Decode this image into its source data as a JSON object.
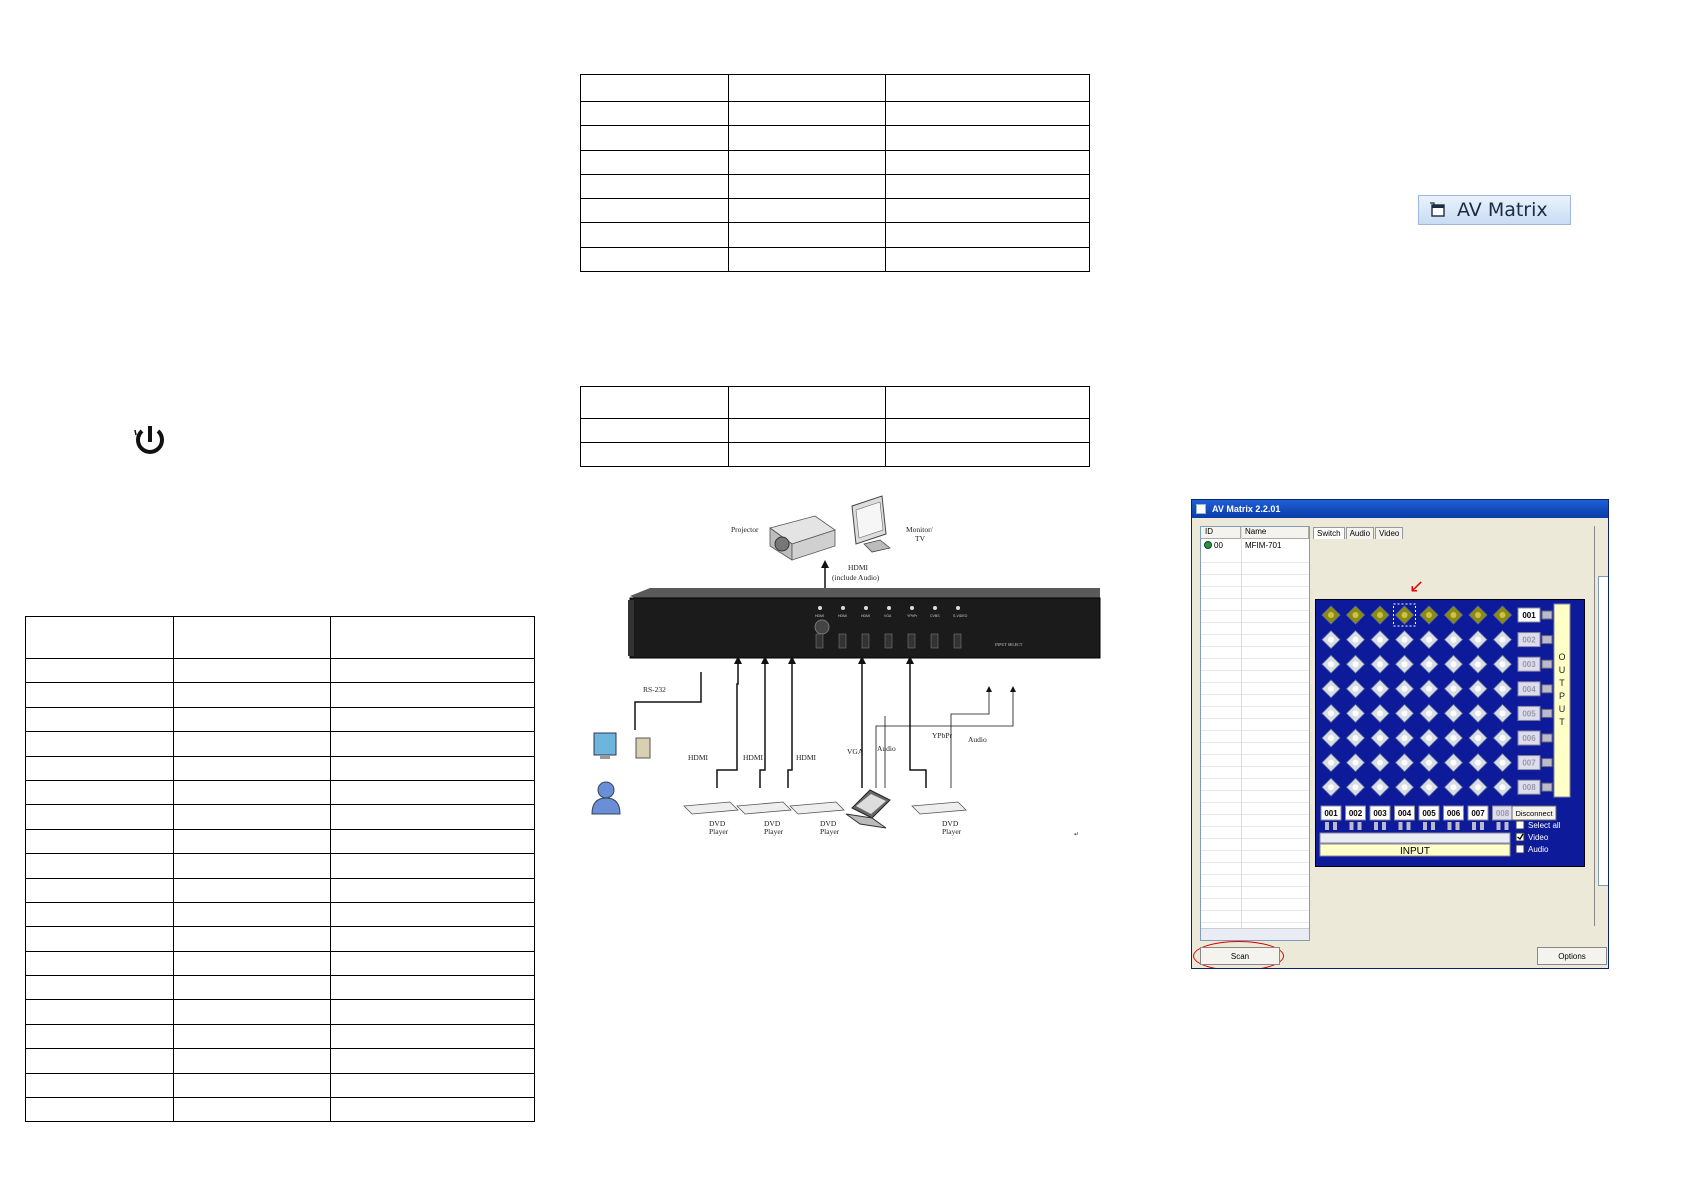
{
  "launcher": {
    "label": "AV Matrix",
    "icon": "app-window-icon"
  },
  "window": {
    "title": "AV Matrix 2.2.01",
    "device_list": {
      "headers": [
        "ID",
        "Name"
      ],
      "rows": [
        {
          "id": "00",
          "name": "MFIM-701"
        }
      ]
    },
    "tabs": [
      "Switch",
      "Audio",
      "Video"
    ],
    "matrix": {
      "outputs": [
        "001",
        "002",
        "003",
        "004",
        "005",
        "006",
        "007",
        "008"
      ],
      "inputs": [
        "001",
        "002",
        "003",
        "004",
        "005",
        "006",
        "007",
        "008"
      ],
      "active_output": "001",
      "selected_input": "004",
      "output_label": "OUTPUT",
      "input_label": "INPUT",
      "disconnect_label": "Disconnect",
      "options": [
        {
          "label": "Select all",
          "checked": false
        },
        {
          "label": "Video",
          "checked": true
        },
        {
          "label": "Audio",
          "checked": false
        }
      ],
      "colors": {
        "background": "#0d1a9a",
        "active_node": "#8c8a10",
        "node": "#d9dde6"
      }
    },
    "scan_label": "Scan",
    "options_label": "Options"
  },
  "diagram": {
    "labels": {
      "projector": "Projector",
      "monitor": "Monitor/",
      "tv": "TV",
      "hdmi_out": "HDMI",
      "include_audio": "(include Audio)",
      "rs232": "RS-232",
      "hdmi1": "HDMI",
      "hdmi2": "HDMI",
      "hdmi3": "HDMI",
      "vga": "VGA",
      "audio1": "Audio",
      "ypbpr": "YPbPr",
      "audio2": "Audio",
      "dvd": "DVD",
      "player": "Player",
      "input_select": "INPUT SELECT",
      "mark": "↵"
    },
    "front_panel_labels": [
      "HDMI",
      "HDMI",
      "HDMI",
      "VGA",
      "YPbPr",
      "CVBS",
      "S-VIDEO"
    ]
  },
  "icons": {
    "power": "power-icon"
  }
}
